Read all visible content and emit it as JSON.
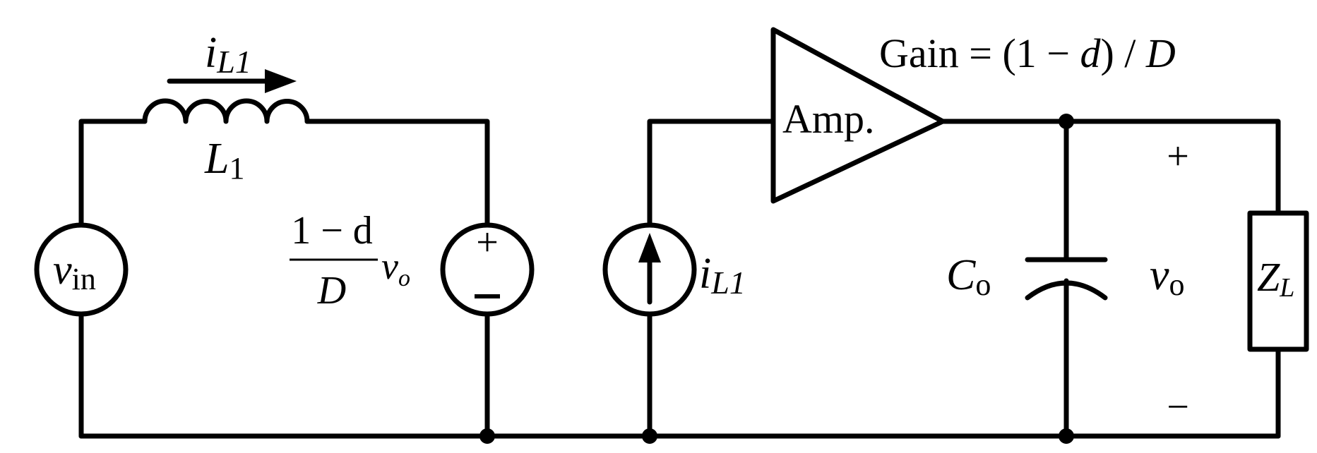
{
  "diagram": {
    "inductor_current": {
      "var": "i",
      "sub": "L1"
    },
    "inductor": {
      "var": "L",
      "sub": "1"
    },
    "input_source": {
      "var": "v",
      "sub": "in"
    },
    "dependent_voltage": {
      "numerator": "1 − d",
      "denominator": "D",
      "var": "v",
      "sub": "o",
      "plus": "+",
      "minus": "−"
    },
    "current_source_label": {
      "var": "i",
      "sub": "L1"
    },
    "amplifier": {
      "label": "Amp.",
      "gain_prefix": "Gain = (1 − ",
      "gain_d": "d",
      "gain_mid": ") / ",
      "gain_D": "D"
    },
    "capacitor": {
      "var": "C",
      "sub": "o"
    },
    "output_voltage": {
      "var": "v",
      "sub": "o",
      "plus": "+",
      "minus": "−"
    },
    "load": {
      "var": "Z",
      "sub": "L"
    }
  }
}
